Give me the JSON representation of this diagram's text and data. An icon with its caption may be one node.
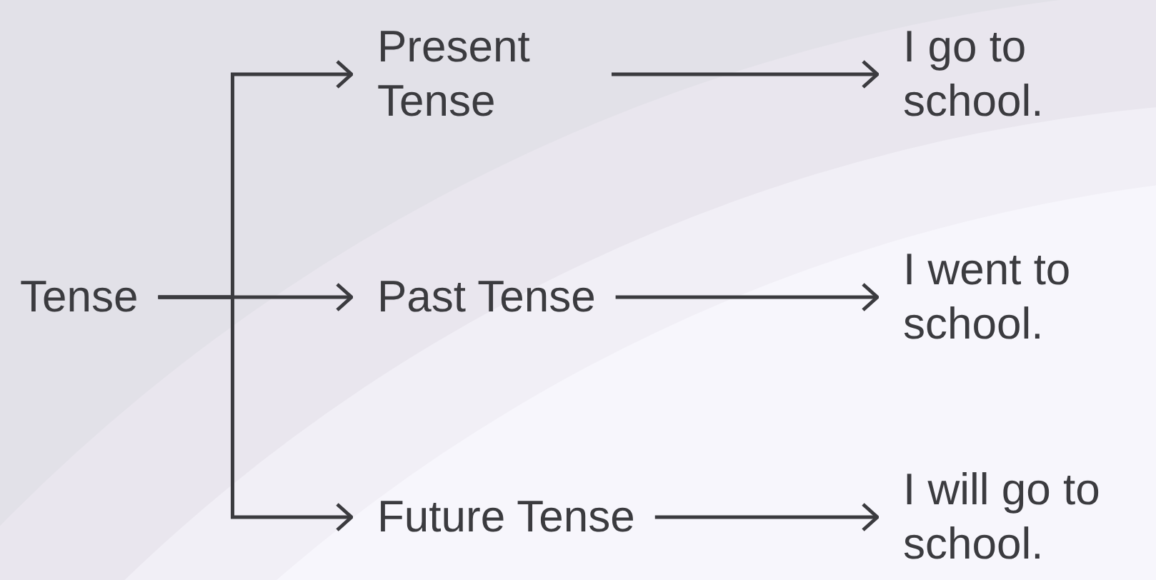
{
  "diagram": {
    "nodes": [
      {
        "text": [
          "Tense"
        ]
      },
      {
        "text": [
          "Present Tense"
        ]
      },
      {
        "text": [
          "Past Tense"
        ]
      },
      {
        "text": [
          "Future Tense"
        ]
      },
      {
        "text": [
          "I go to school."
        ]
      },
      {
        "text": [
          "I went to school."
        ]
      },
      {
        "text": [
          "I will go to school."
        ]
      }
    ],
    "edges": [
      {
        "from": 0,
        "to": 1,
        "arrow": "to"
      },
      {
        "from": 0,
        "to": 2,
        "arrow": "to"
      },
      {
        "from": 0,
        "to": 3,
        "arrow": "to"
      },
      {
        "from": 1,
        "to": 4,
        "arrow": "to"
      },
      {
        "from": 2,
        "to": 5,
        "arrow": "to"
      },
      {
        "from": 3,
        "to": 6,
        "arrow": "to"
      }
    ]
  }
}
